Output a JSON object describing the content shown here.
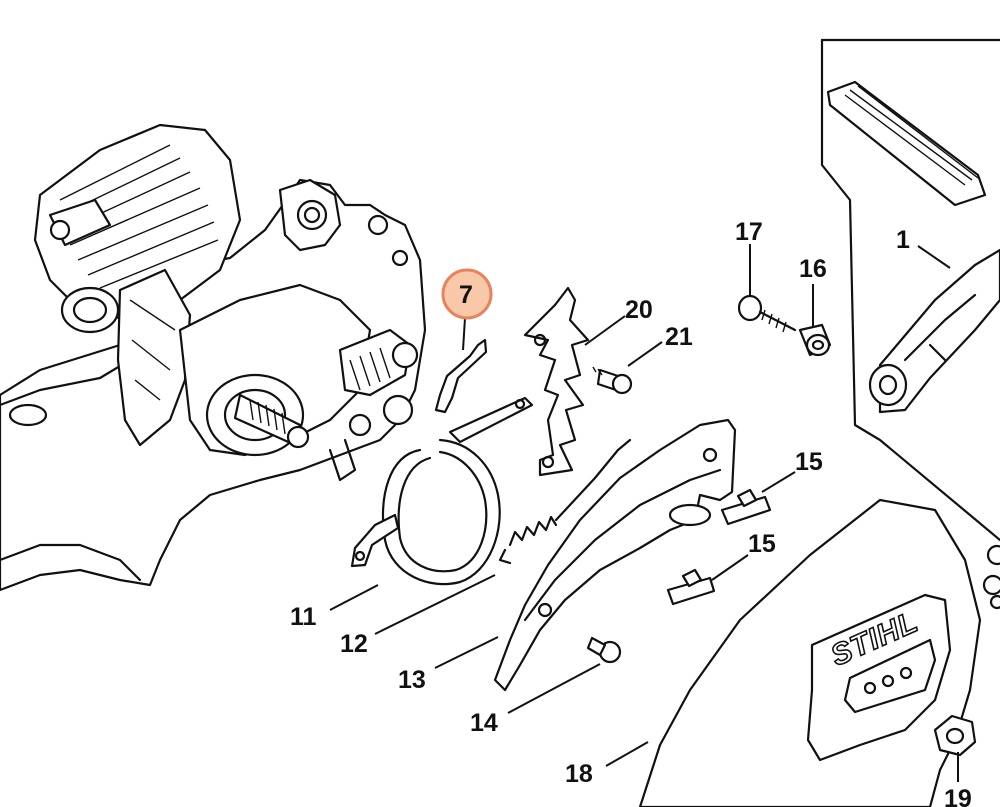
{
  "callouts": {
    "c1": "1",
    "c7": "7",
    "c11": "11",
    "c12": "12",
    "c13": "13",
    "c14": "14",
    "c15a": "15",
    "c15b": "15",
    "c16": "16",
    "c17": "17",
    "c18": "18",
    "c19": "19",
    "c20": "20",
    "c21": "21"
  },
  "brand_text": "STIHL",
  "highlighted_part": "7",
  "colors": {
    "highlight_fill": "#f9c8a8",
    "highlight_stroke": "#e8825a",
    "line": "#111111"
  }
}
